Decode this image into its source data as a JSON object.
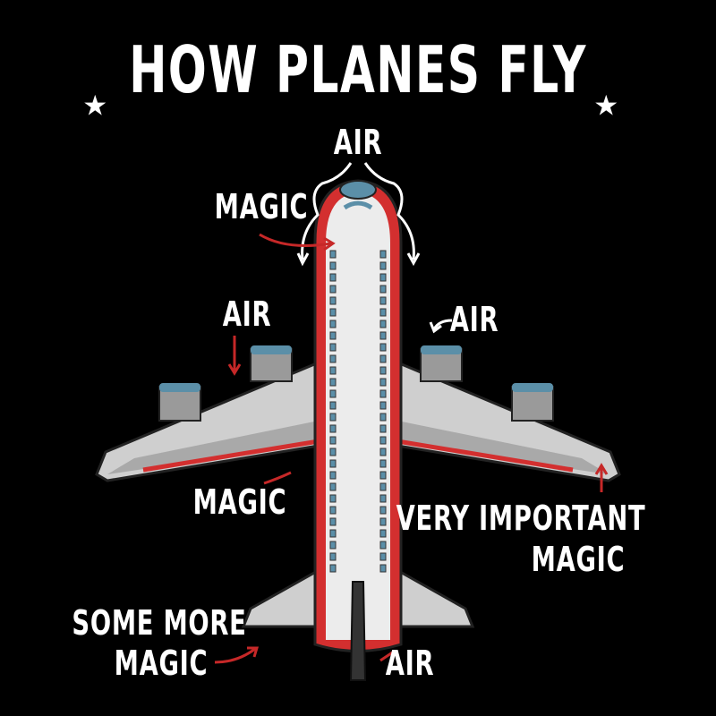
{
  "title": "HOW PLANES FLY",
  "icons": {
    "left_star": "star-icon",
    "right_star": "star-icon"
  },
  "colors": {
    "background": "#000000",
    "text": "#ffffff",
    "arrow": "#c62828",
    "fuselage": "#e6e6e6",
    "stripe": "#d32f2f",
    "engine_cap": "#5b8fa8"
  },
  "labels": {
    "air_top": "AIR",
    "magic_nose": "MAGIC",
    "air_left_wing": "AIR",
    "air_right_wing": "AIR",
    "magic_left_wing": "MAGIC",
    "very_important_line1": "VERY IMPORTANT",
    "very_important_line2": "MAGIC",
    "some_more_line1": "SOME MORE",
    "some_more_line2": "MAGIC",
    "air_tail": "AIR"
  }
}
